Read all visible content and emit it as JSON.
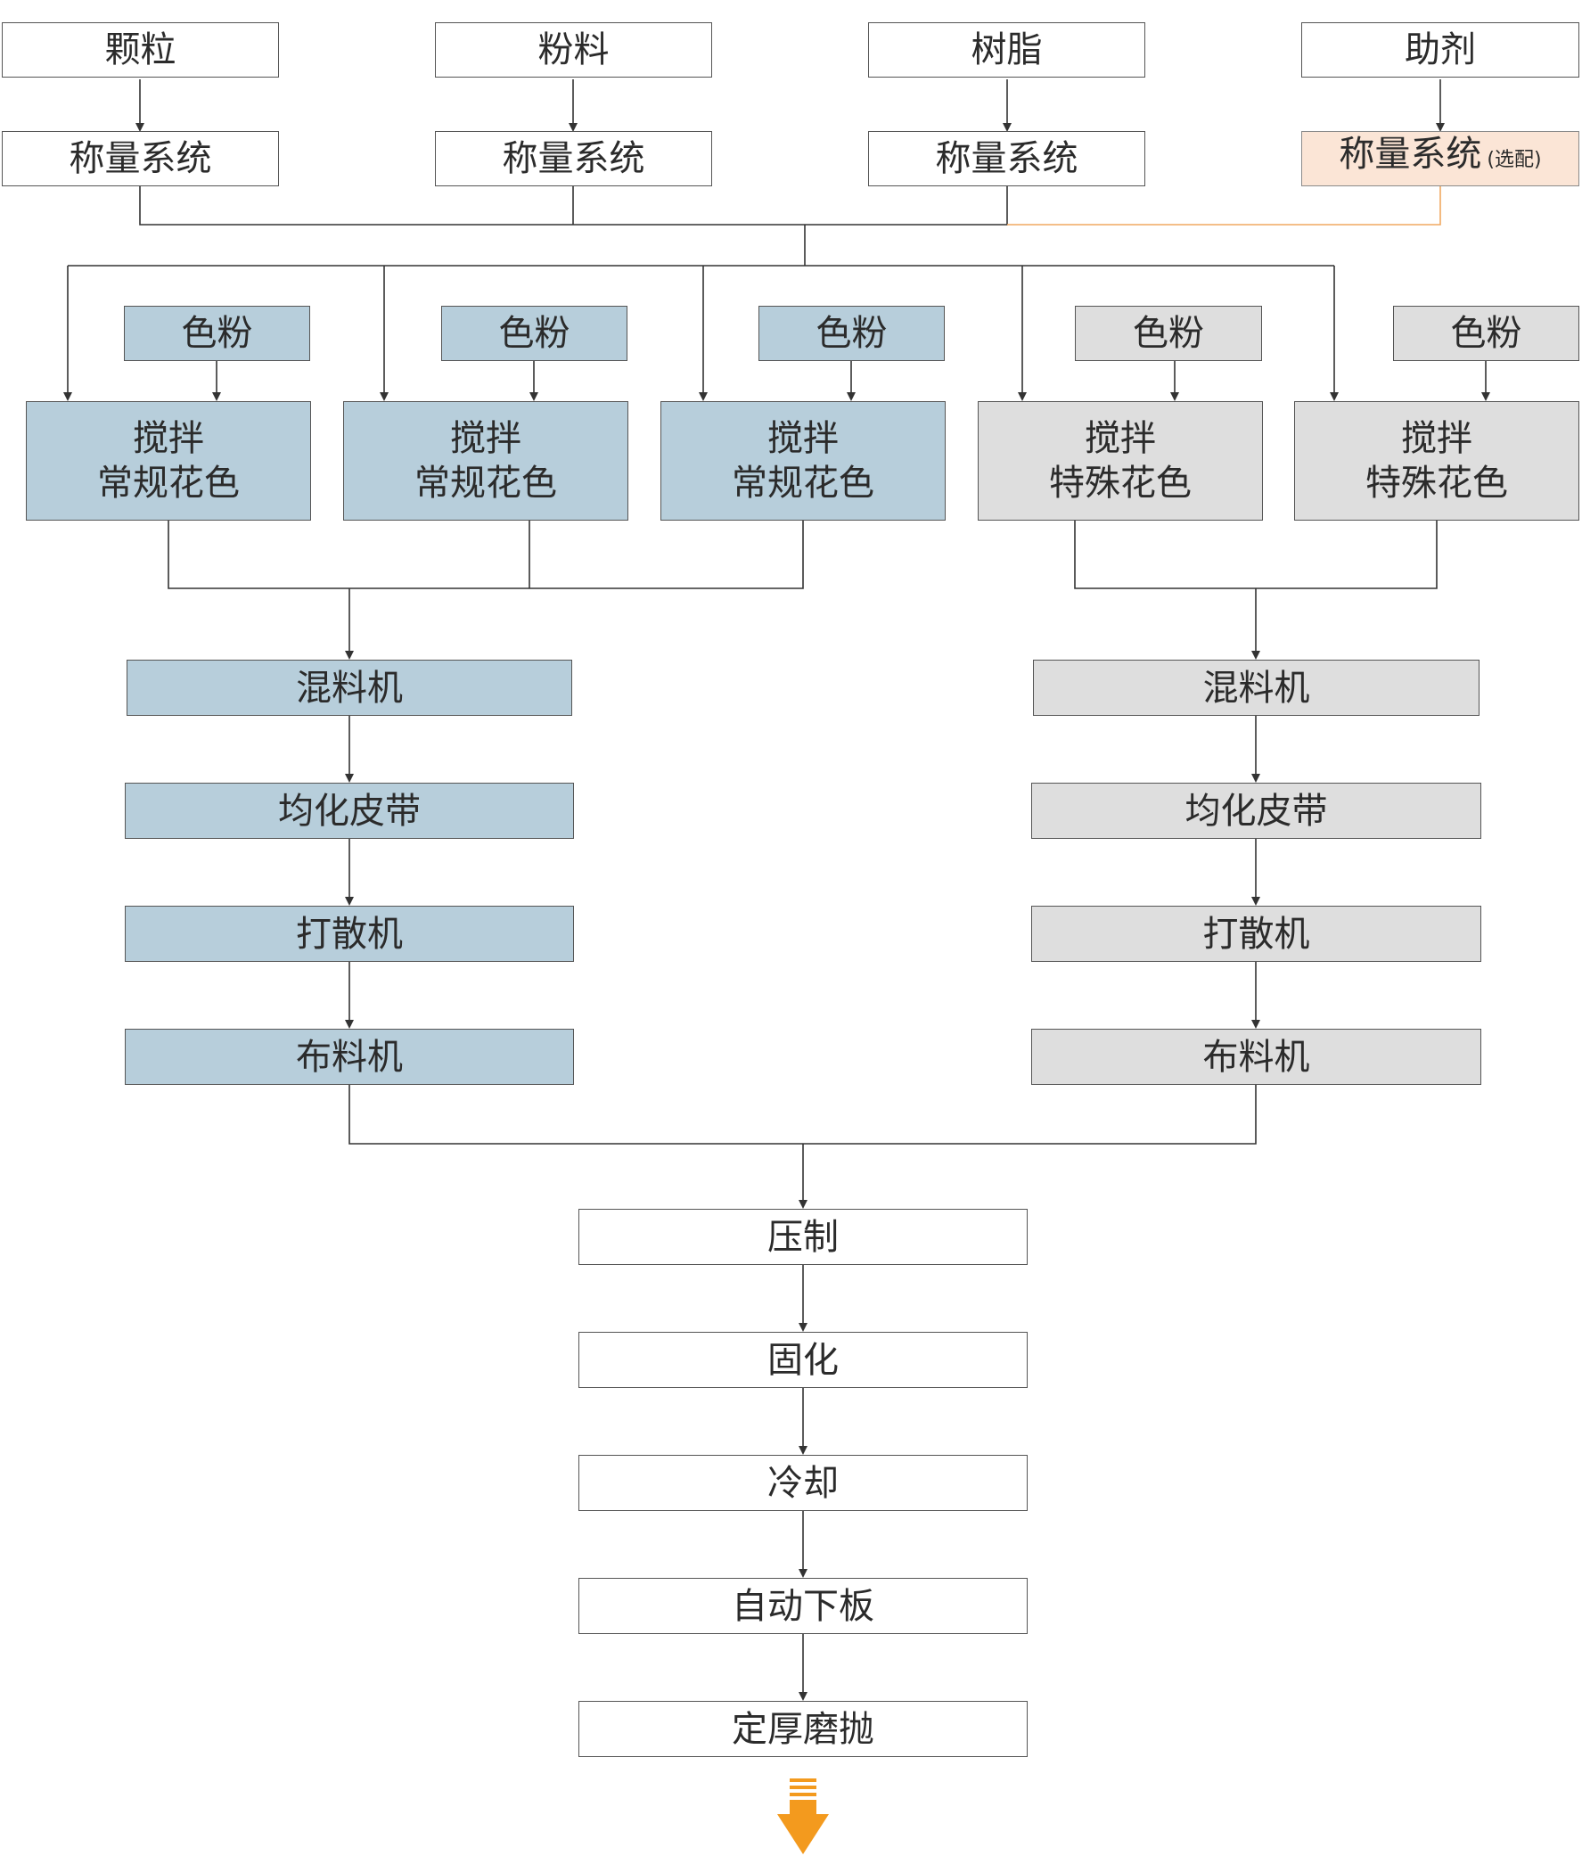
{
  "colors": {
    "line": "#333333",
    "line_optional": "#f0a860",
    "blue_fill": "#b7cedb",
    "grey_fill": "#dedede",
    "optional_fill": "#fbe5d6",
    "output_arrow": "#f39a1e"
  },
  "inputs": [
    {
      "material": "颗粒",
      "weigh": "称量系统"
    },
    {
      "material": "粉料",
      "weigh": "称量系统"
    },
    {
      "material": "树脂",
      "weigh": "称量系统"
    },
    {
      "material": "助剂",
      "weigh": "称量系统",
      "weigh_note": "(选配)"
    }
  ],
  "mixers": [
    {
      "pigment": "色粉",
      "line1": "搅拌",
      "line2": "常规花色"
    },
    {
      "pigment": "色粉",
      "line1": "搅拌",
      "line2": "常规花色"
    },
    {
      "pigment": "色粉",
      "line1": "搅拌",
      "line2": "常规花色"
    },
    {
      "pigment": "色粉",
      "line1": "搅拌",
      "line2": "特殊花色"
    },
    {
      "pigment": "色粉",
      "line1": "搅拌",
      "line2": "特殊花色"
    }
  ],
  "left_line": [
    "混料机",
    "均化皮带",
    "打散机",
    "布料机"
  ],
  "right_line": [
    "混料机",
    "均化皮带",
    "打散机",
    "布料机"
  ],
  "final_steps": [
    "压制",
    "固化",
    "冷却",
    "自动下板",
    "定厚磨抛"
  ],
  "output_icon": "down-arrow-icon"
}
